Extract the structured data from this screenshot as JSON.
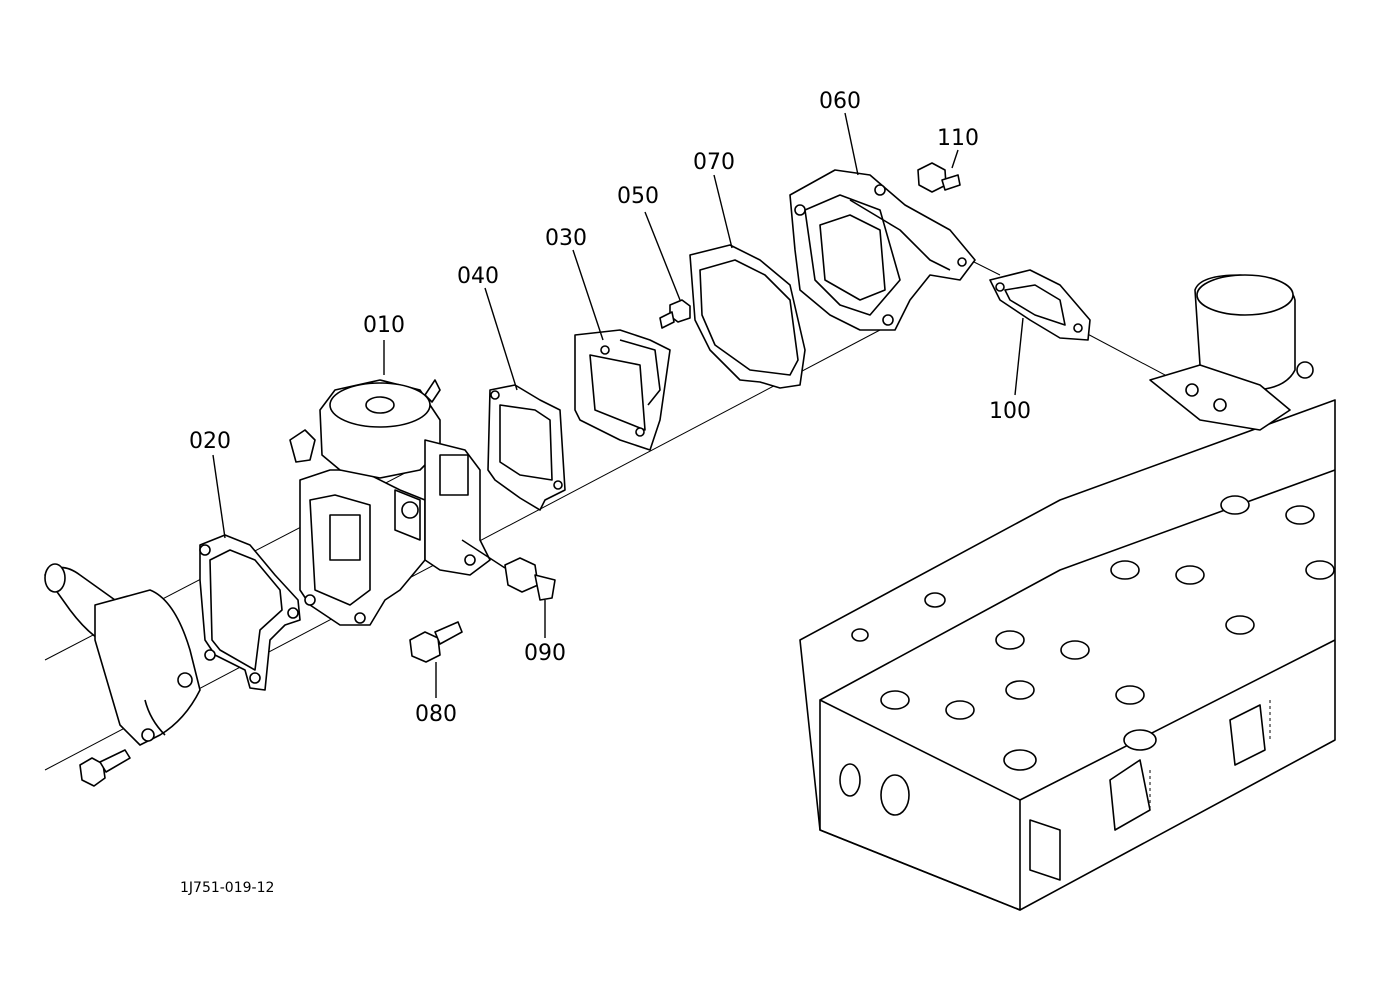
{
  "callouts": {
    "p010": "010",
    "p020": "020",
    "p030": "030",
    "p040": "040",
    "p050": "050",
    "p060": "060",
    "p070": "070",
    "p080": "080",
    "p090": "090",
    "p100": "100",
    "p110": "110"
  },
  "drawing_code": "1J751-019-12"
}
